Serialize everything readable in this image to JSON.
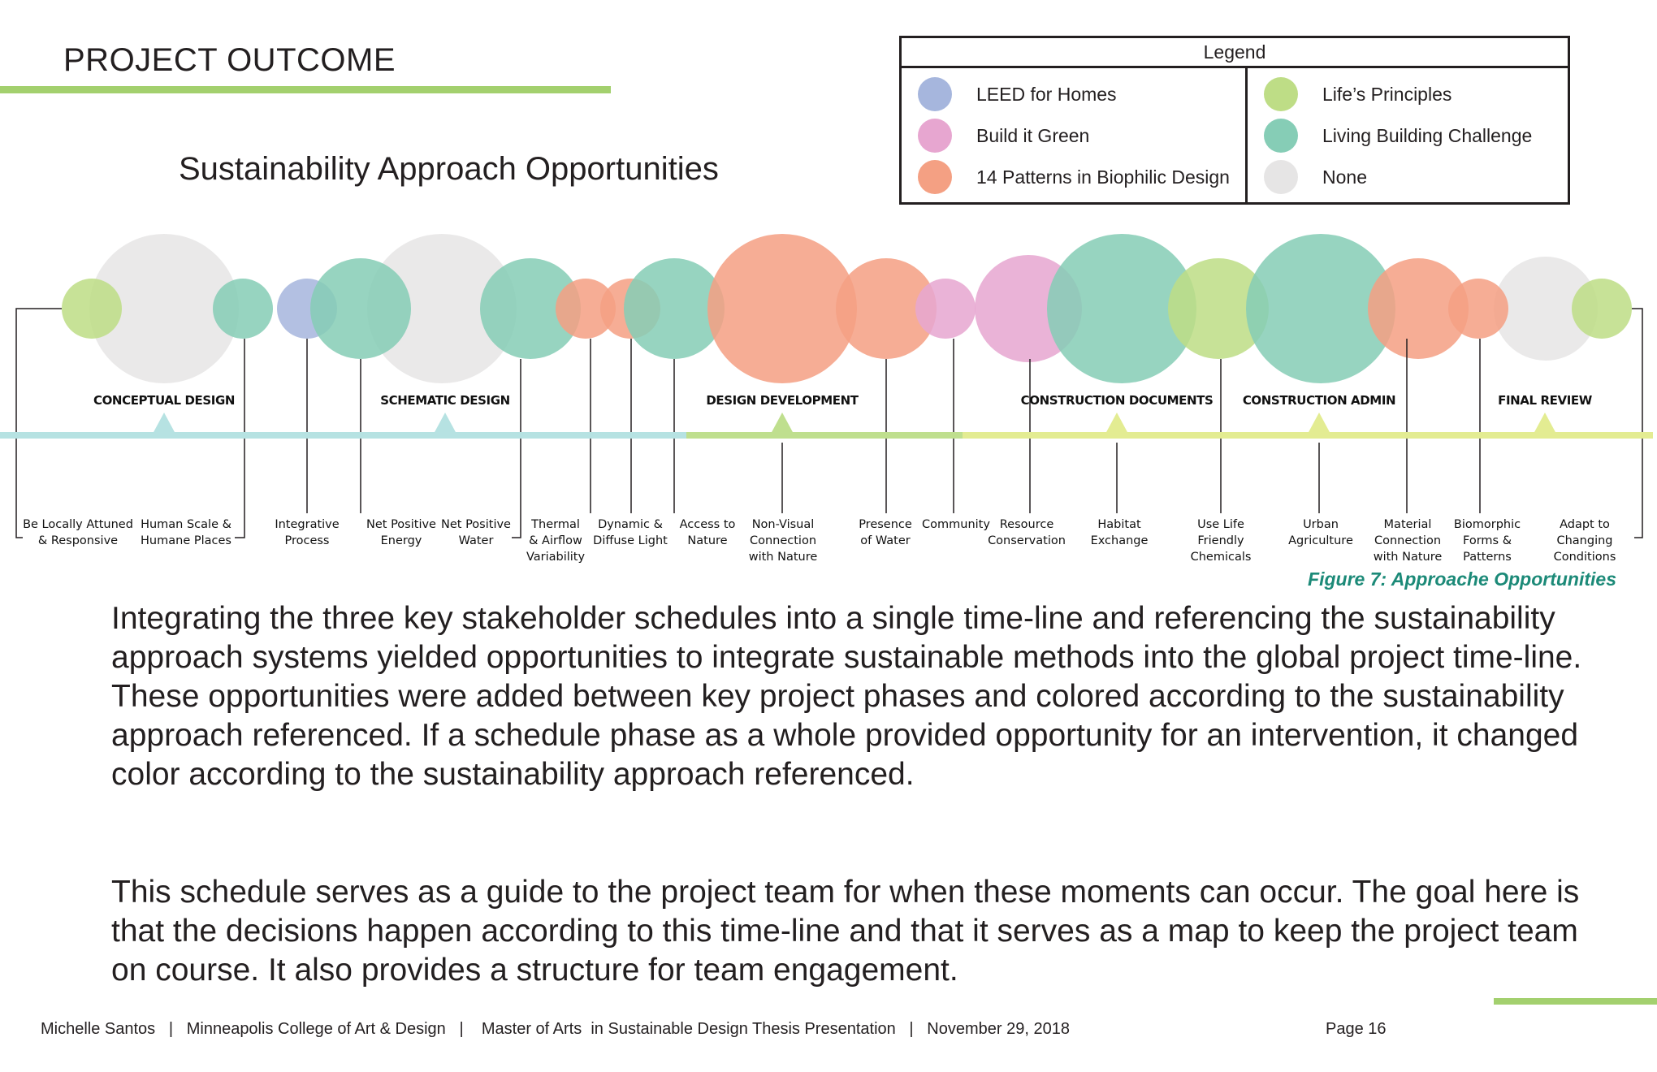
{
  "page": {
    "title": "PROJECT OUTCOME",
    "subtitle": "Sustainability Approach Opportunities"
  },
  "colors": {
    "leed": "#a6b6dd",
    "build_green": "#e7a6d0",
    "biophilic": "#f4a083",
    "lifes_principles": "#bedd86",
    "living_building": "#86cdb6",
    "none": "#e6e5e5",
    "timeline_teal": "#b6e2e2",
    "timeline_green": "#bfdf8e",
    "timeline_yellow": "#e3ec92",
    "accent_green": "#a3d06e",
    "caption_teal": "#1c8a78"
  },
  "legend": {
    "title": "Legend",
    "left": [
      {
        "label": "LEED for Homes",
        "color": "#a6b6dd"
      },
      {
        "label": "Build it Green",
        "color": "#e7a6d0"
      },
      {
        "label": "14 Patterns in Biophilic Design",
        "color": "#f4a083"
      }
    ],
    "right": [
      {
        "label": "Life’s Principles",
        "color": "#bedd86"
      },
      {
        "label": "Living Building Challenge",
        "color": "#86cdb6"
      },
      {
        "label": "None",
        "color": "#e6e5e5"
      }
    ]
  },
  "phases": [
    {
      "label": "CONCEPTUAL DESIGN",
      "color": "#b6e2e2"
    },
    {
      "label": "SCHEMATIC DESIGN",
      "color": "#b6e2e2"
    },
    {
      "label": "DESIGN DEVELOPMENT",
      "color": "#bfdf8e"
    },
    {
      "label": "CONSTRUCTION DOCUMENTS",
      "color": "#e3ec92"
    },
    {
      "label": "CONSTRUCTION ADMIN",
      "color": "#e3ec92"
    },
    {
      "label": "FINAL REVIEW",
      "color": "#e3ec92"
    }
  ],
  "opportunities": [
    {
      "label": [
        "Be Locally Attuned",
        "& Responsive"
      ],
      "approach": "lifes_principles"
    },
    {
      "label": [
        "Human Scale &",
        "Humane Places"
      ],
      "approach": "living_building"
    },
    {
      "label": [
        "Integrative",
        "Process"
      ],
      "approach": "leed"
    },
    {
      "label": [
        "Net Positive",
        "Energy"
      ],
      "approach": "living_building"
    },
    {
      "label": [
        "Net Positive",
        "Water"
      ],
      "approach": "living_building"
    },
    {
      "label": [
        "Thermal",
        "& Airflow",
        "Variability"
      ],
      "approach": "biophilic"
    },
    {
      "label": [
        "Dynamic &",
        "Diffuse Light"
      ],
      "approach": "biophilic"
    },
    {
      "label": [
        "Access to",
        "Nature"
      ],
      "approach": "living_building"
    },
    {
      "label": [
        "Non-Visual",
        "Connection",
        "with Nature"
      ],
      "approach": "biophilic"
    },
    {
      "label": [
        "Presence",
        "of Water"
      ],
      "approach": "biophilic"
    },
    {
      "label": [
        "Community"
      ],
      "approach": "build_green"
    },
    {
      "label": [
        "Resource",
        "Conservation"
      ],
      "approach": "build_green"
    },
    {
      "label": [
        "Habitat",
        "Exchange"
      ],
      "approach": "living_building"
    },
    {
      "label": [
        "Use Life",
        "Friendly",
        "Chemicals"
      ],
      "approach": "lifes_principles"
    },
    {
      "label": [
        "Urban",
        "Agriculture"
      ],
      "approach": "living_building"
    },
    {
      "label": [
        "Material",
        "Connection",
        "with Nature"
      ],
      "approach": "biophilic"
    },
    {
      "label": [
        "Biomorphic",
        "Forms &",
        "Patterns"
      ],
      "approach": "biophilic"
    },
    {
      "label": [
        "Adapt to",
        "Changing",
        "Conditions"
      ],
      "approach": "lifes_principles"
    }
  ],
  "figure_caption": "Figure 7: Approache Opportunities",
  "body": [
    "Integrating the three key stakeholder schedules into a single time-line and referencing the sustainability approach systems yielded opportunities to integrate sustainable methods into the global project time-line. These opportunities were added between key project phases and colored according to the sustainability approach referenced. If a schedule phase as a whole provided opportunity for an intervention, it changed color according to the sustainability approach referenced.",
    "This schedule serves as a guide to the project team for when these moments can occur. The goal here is that the decisions happen according to this time-line and that it serves as a map to keep the project team on course. It also provides a structure for team engagement."
  ],
  "footer": {
    "text": "Michelle Santos   |   Minneapolis College of Art & Design   |    Master of Arts  in Sustainable Design Thesis Presentation   |   November 29, 2018",
    "page": "Page 16"
  }
}
